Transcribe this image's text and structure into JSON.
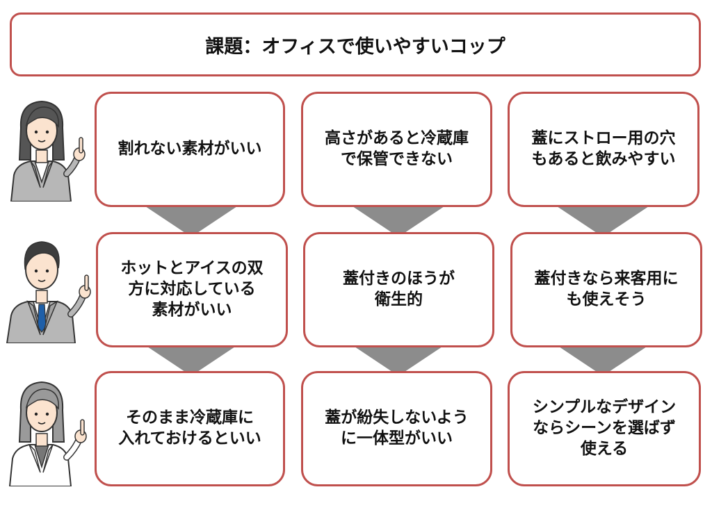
{
  "title": "課題：オフィスで使いやすいコップ",
  "colors": {
    "card_border": "#c0504d",
    "arrow": "#8c8c8c",
    "suit_gray": "#b7b7b7",
    "hair_dark": "#555555",
    "tie_blue": "#1f5fa8"
  },
  "people": [
    {
      "icon": "woman-pointing-icon"
    },
    {
      "icon": "man-pointing-icon"
    },
    {
      "icon": "woman-pointing-icon"
    }
  ],
  "rows": [
    {
      "cards": [
        "割れない素材がいい",
        "高さがあると冷蔵庫\nで保管できない",
        "蓋にストロー用の穴\nもあると飲みやすい"
      ]
    },
    {
      "cards": [
        "ホットとアイスの双\n方に対応している\n素材がいい",
        "蓋付きのほうが\n衛生的",
        "蓋付きなら来客用に\nも使えそう"
      ]
    },
    {
      "cards": [
        "そのまま冷蔵庫に\n入れておけるといい",
        "蓋が紛失しないよう\nに一体型がいい",
        "シンプルなデザイン\nならシーンを選ばず\n使える"
      ]
    }
  ]
}
